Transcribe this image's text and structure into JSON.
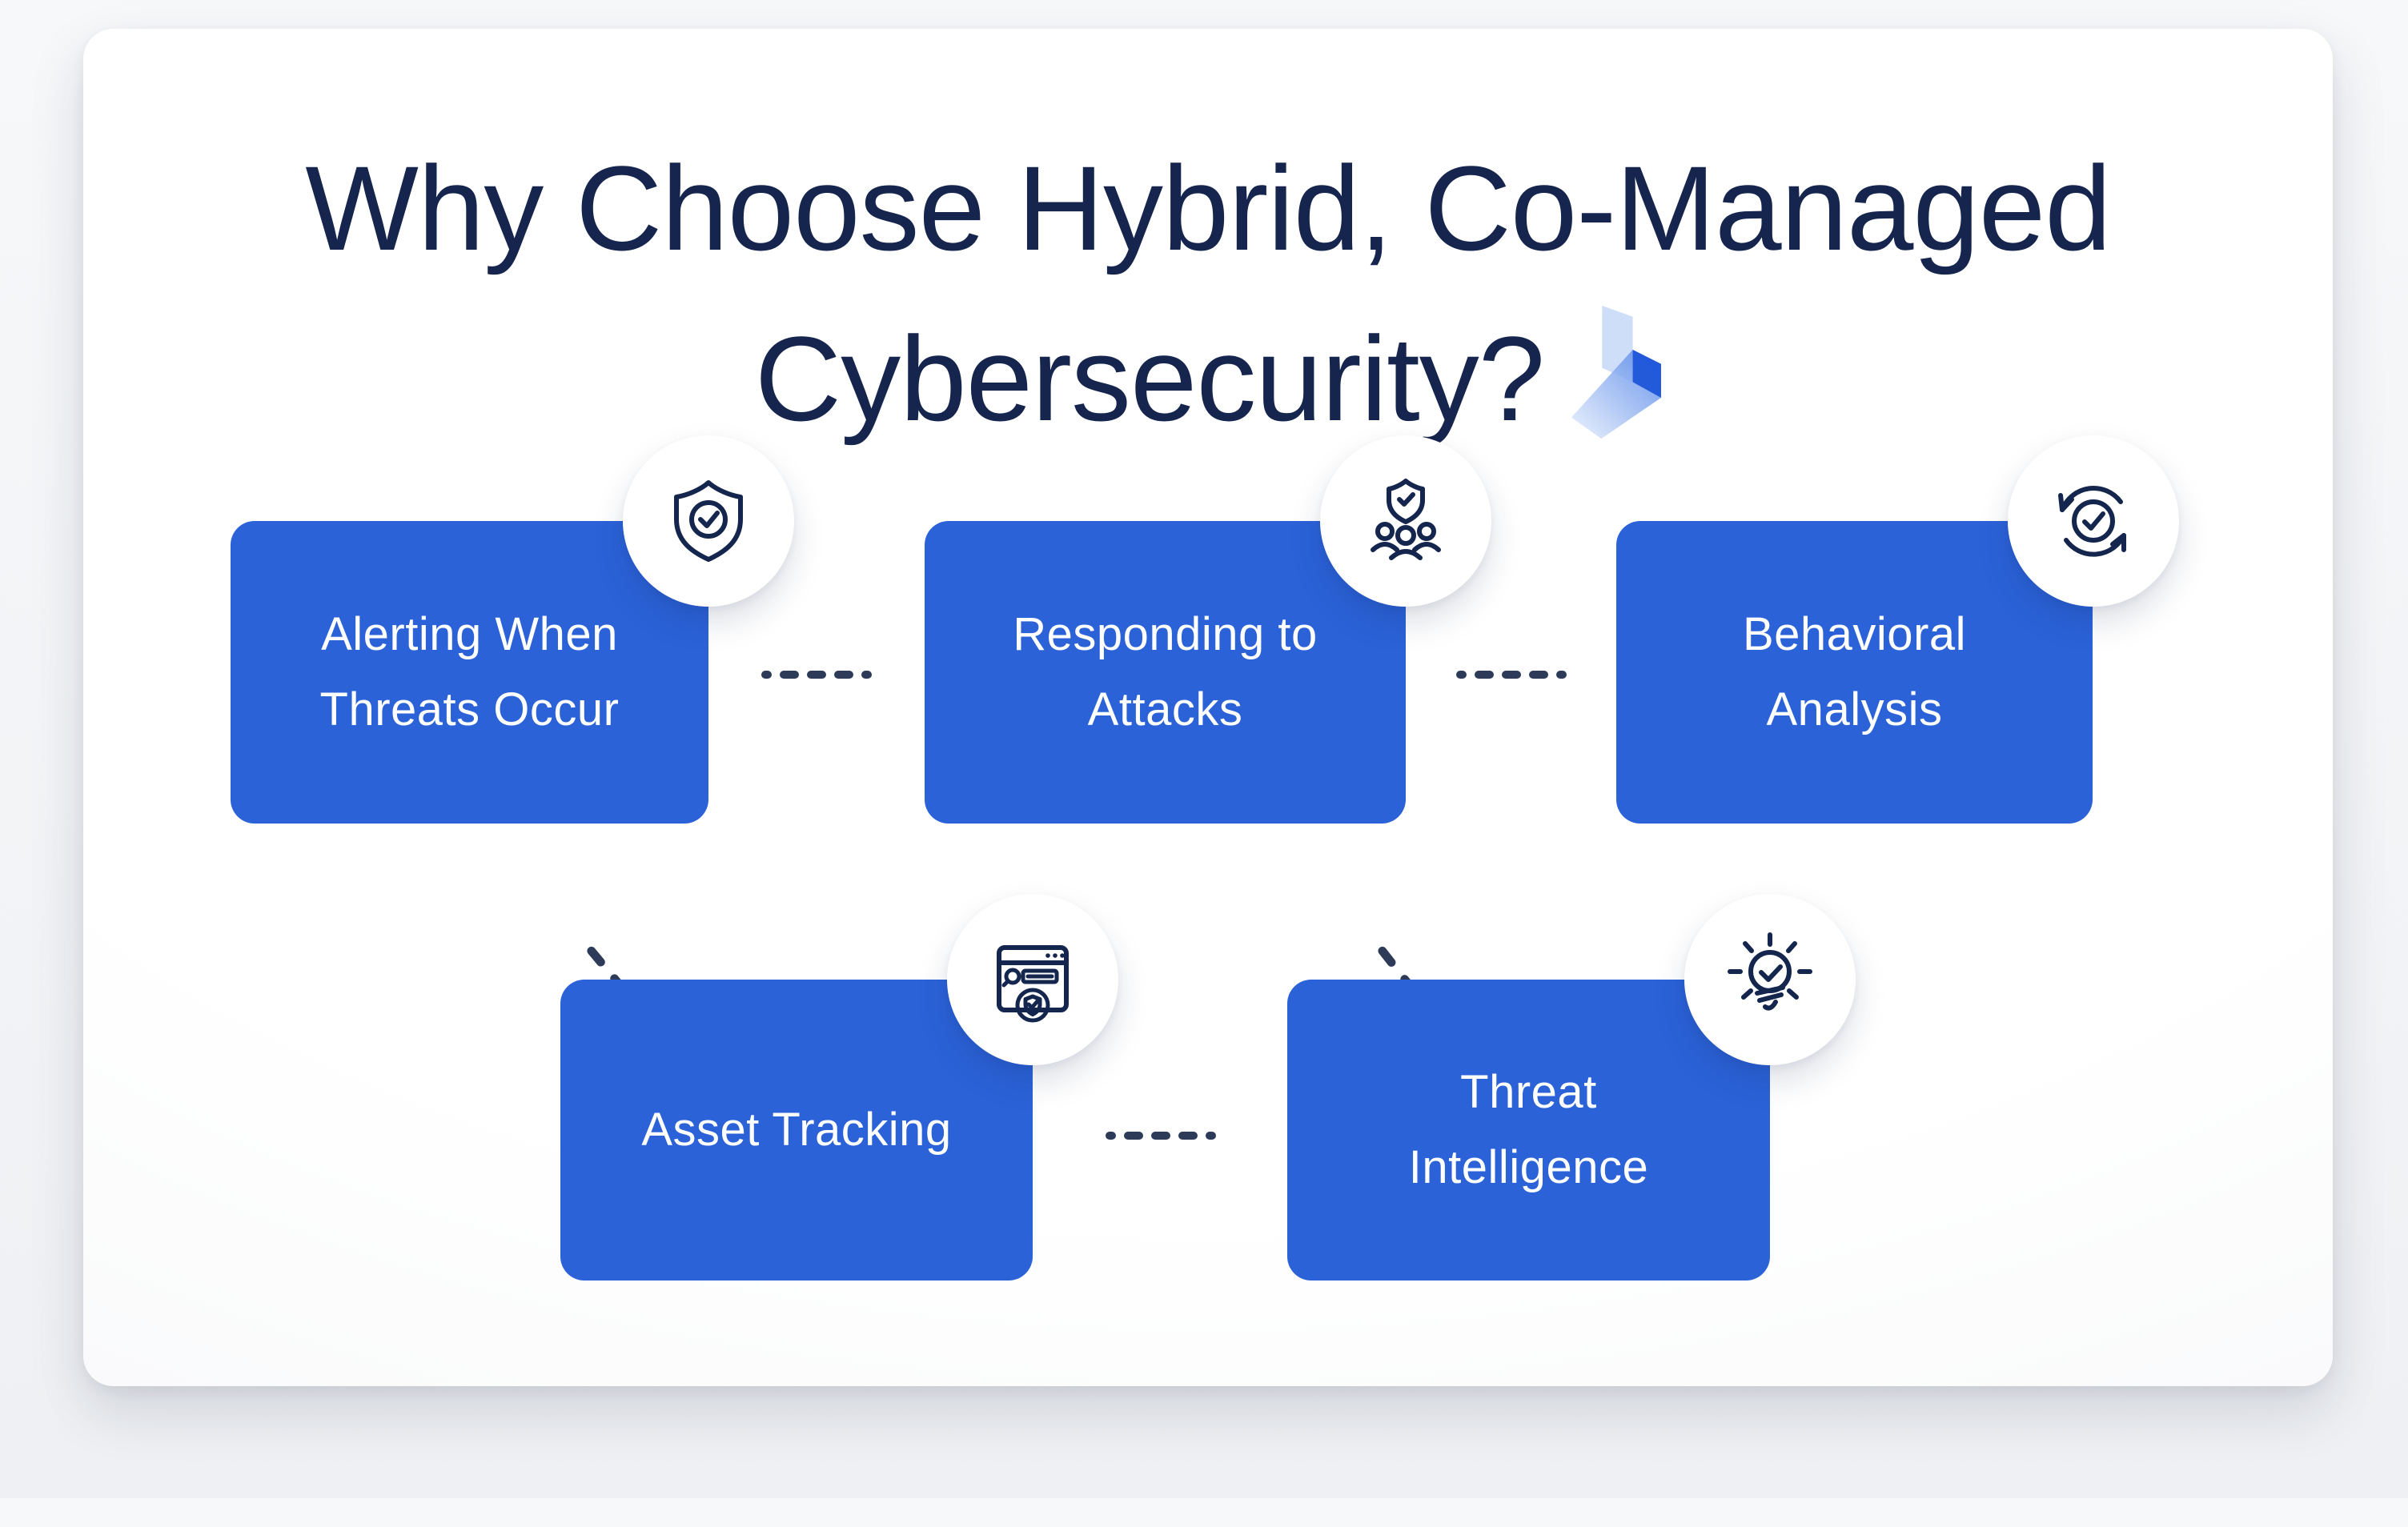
{
  "title": {
    "line1": "Why Choose Hybrid, Co-Managed",
    "line2": "Cybersecurity?"
  },
  "colors": {
    "accent_blue": "#2B62D8",
    "navy_ink": "#16254D",
    "icon_navy": "#14264E",
    "dash_navy": "#2E3B58",
    "card_bg": "#FFFFFF",
    "page_bg": "#F2F3F5",
    "logo_light_blue": "#C9DAF8",
    "logo_mid_blue": "#4E82E8",
    "logo_dark_blue": "#1C55D8"
  },
  "boxes": [
    {
      "label": "Alerting When\nThreats Occur",
      "icon": "shield-check"
    },
    {
      "label": "Responding to\nAttacks",
      "icon": "shield-team"
    },
    {
      "label": "Behavioral\nAnalysis",
      "icon": "sync-check"
    },
    {
      "label": "Asset Tracking",
      "icon": "browser-search-check"
    },
    {
      "label": "Threat\nIntelligence",
      "icon": "lightbulb-check"
    }
  ]
}
